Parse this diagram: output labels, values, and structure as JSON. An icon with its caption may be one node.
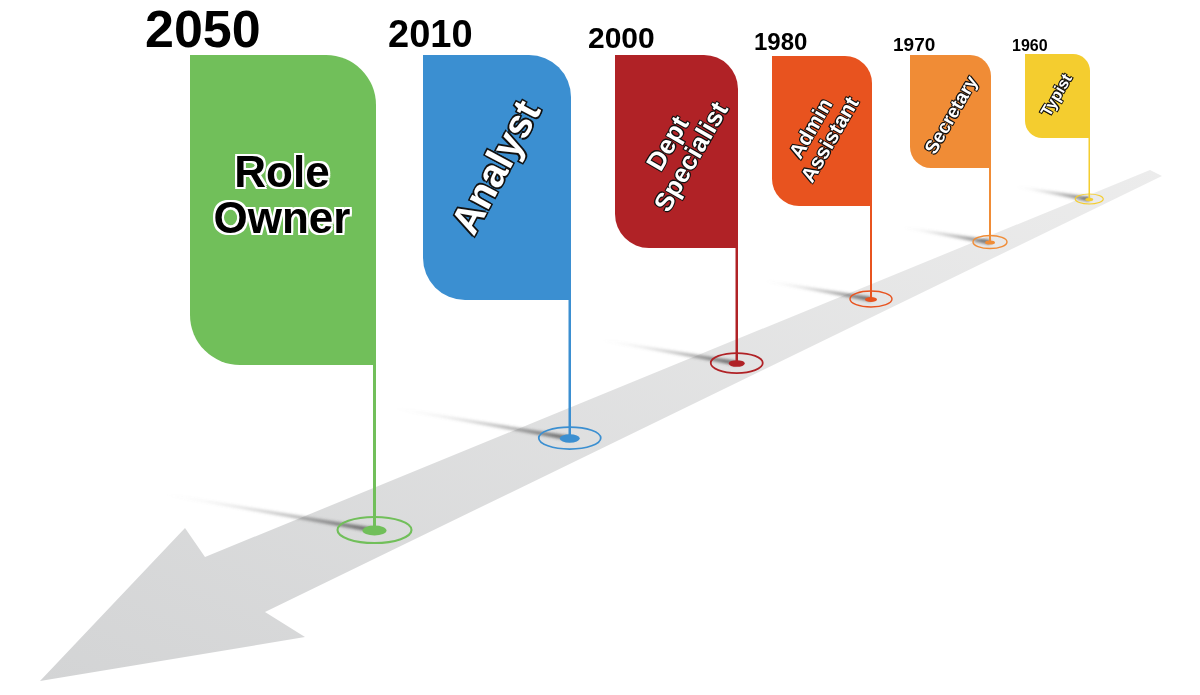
{
  "diagram": {
    "nodes": [
      {
        "text": [
          "2050",
          "Role Owner"
        ]
      },
      {
        "text": [
          "2010",
          "Analyst"
        ]
      },
      {
        "text": [
          "2000",
          "Dept Specialist"
        ]
      },
      {
        "text": [
          "1980",
          "Admin Assistant"
        ]
      },
      {
        "text": [
          "1970",
          "Secretary"
        ]
      },
      {
        "text": [
          "1960",
          "Typist"
        ]
      }
    ]
  }
}
